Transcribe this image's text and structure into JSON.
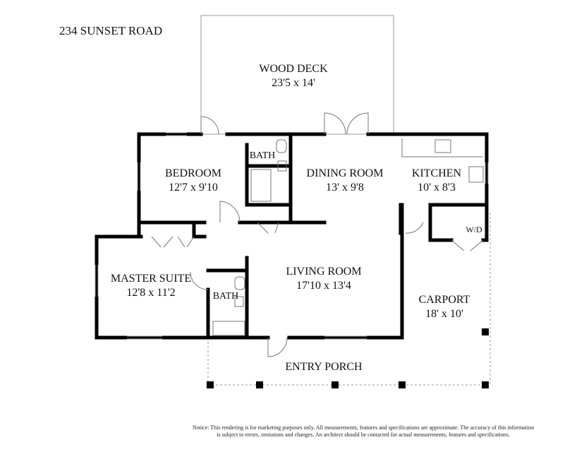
{
  "address": "234 SUNSET ROAD",
  "rooms": {
    "wood_deck": {
      "name": "WOOD DECK",
      "size": "23'5 x 14'"
    },
    "bedroom": {
      "name": "BEDROOM",
      "size": "12'7 x 9'10"
    },
    "bath_upper": {
      "name": "BATH"
    },
    "dining_room": {
      "name": "DINING ROOM",
      "size": "13' x 9'8"
    },
    "kitchen": {
      "name": "KITCHEN",
      "size": "10' x 8'3"
    },
    "laundry": {
      "name": "W/D"
    },
    "master_suite": {
      "name": "MASTER SUITE",
      "size": "12'8 x 11'2"
    },
    "bath_lower": {
      "name": "BATH"
    },
    "living_room": {
      "name": "LIVING ROOM",
      "size": "17'10 x 13'4"
    },
    "carport": {
      "name": "CARPORT",
      "size": "18' x 10'"
    },
    "entry_porch": {
      "name": "ENTRY PORCH"
    }
  },
  "notice": {
    "line1": "Notice: This rendering is for marketing purposes only. All measurements, features and specifications are approximate. The accuracy of this information",
    "line2": "is subject to errors, omissions and changes. An architect should be contacted for actual measurements, features and specifications."
  },
  "colors": {
    "wall": "#000000",
    "outline": "#9a9a9a"
  }
}
